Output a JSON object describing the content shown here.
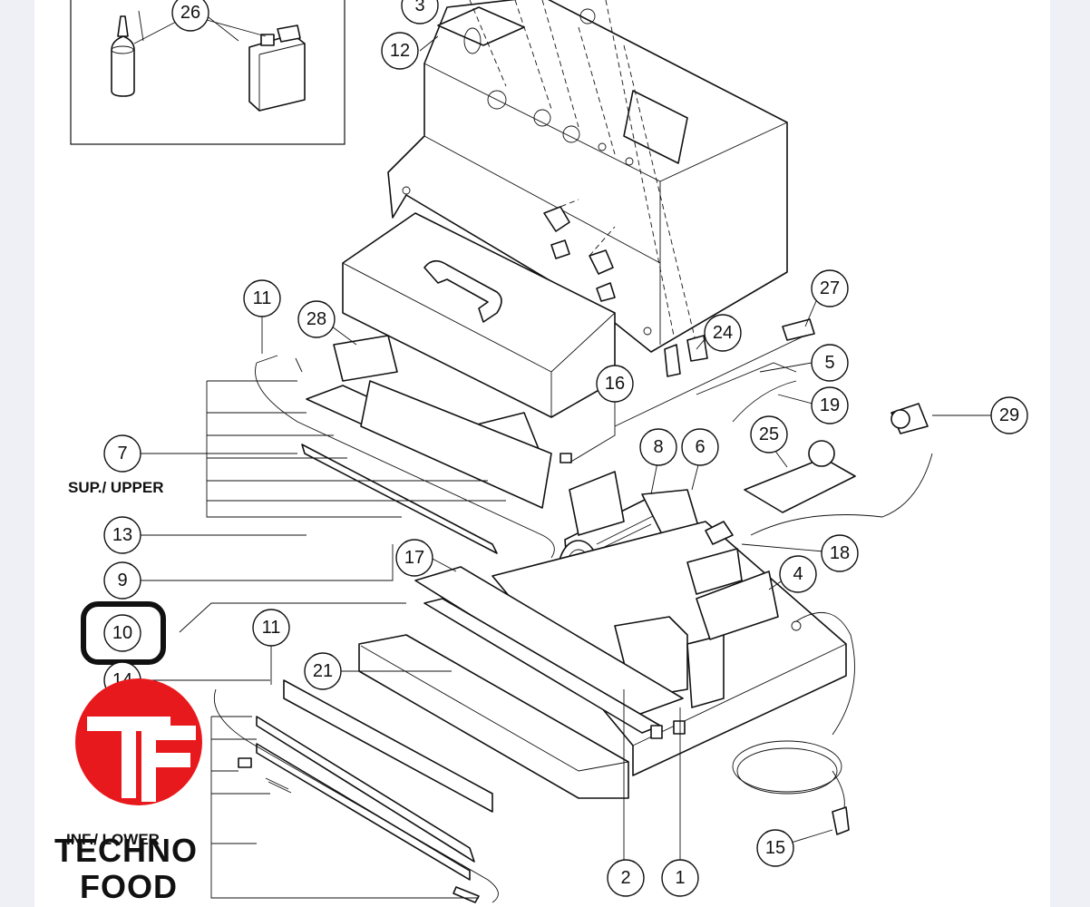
{
  "callouts": [
    {
      "id": "c1",
      "text": "1"
    },
    {
      "id": "c2",
      "text": "2"
    },
    {
      "id": "c3",
      "text": "3"
    },
    {
      "id": "c4",
      "text": "4"
    },
    {
      "id": "c5",
      "text": "5"
    },
    {
      "id": "c6",
      "text": "6"
    },
    {
      "id": "c7",
      "text": "7"
    },
    {
      "id": "c8",
      "text": "8"
    },
    {
      "id": "c9",
      "text": "9"
    },
    {
      "id": "c10",
      "text": "10"
    },
    {
      "id": "c11a",
      "text": "11"
    },
    {
      "id": "c11b",
      "text": "11"
    },
    {
      "id": "c12",
      "text": "12"
    },
    {
      "id": "c13",
      "text": "13"
    },
    {
      "id": "c14",
      "text": "14"
    },
    {
      "id": "c15",
      "text": "15"
    },
    {
      "id": "c16",
      "text": "16"
    },
    {
      "id": "c17",
      "text": "17"
    },
    {
      "id": "c18",
      "text": "18"
    },
    {
      "id": "c19",
      "text": "19"
    },
    {
      "id": "c21",
      "text": "21"
    },
    {
      "id": "c24",
      "text": "24"
    },
    {
      "id": "c25",
      "text": "25"
    },
    {
      "id": "c26",
      "text": "26"
    },
    {
      "id": "c27",
      "text": "27"
    },
    {
      "id": "c28",
      "text": "28"
    },
    {
      "id": "c29",
      "text": "29"
    }
  ],
  "labels": {
    "upper": "SUP./ UPPER",
    "lower": "INF./ LOWER"
  },
  "highlight": {
    "callout": "10",
    "color": "#111111"
  },
  "logo": {
    "line1": "TECHNO",
    "line2": "FOOD",
    "color": "#e8191d"
  }
}
